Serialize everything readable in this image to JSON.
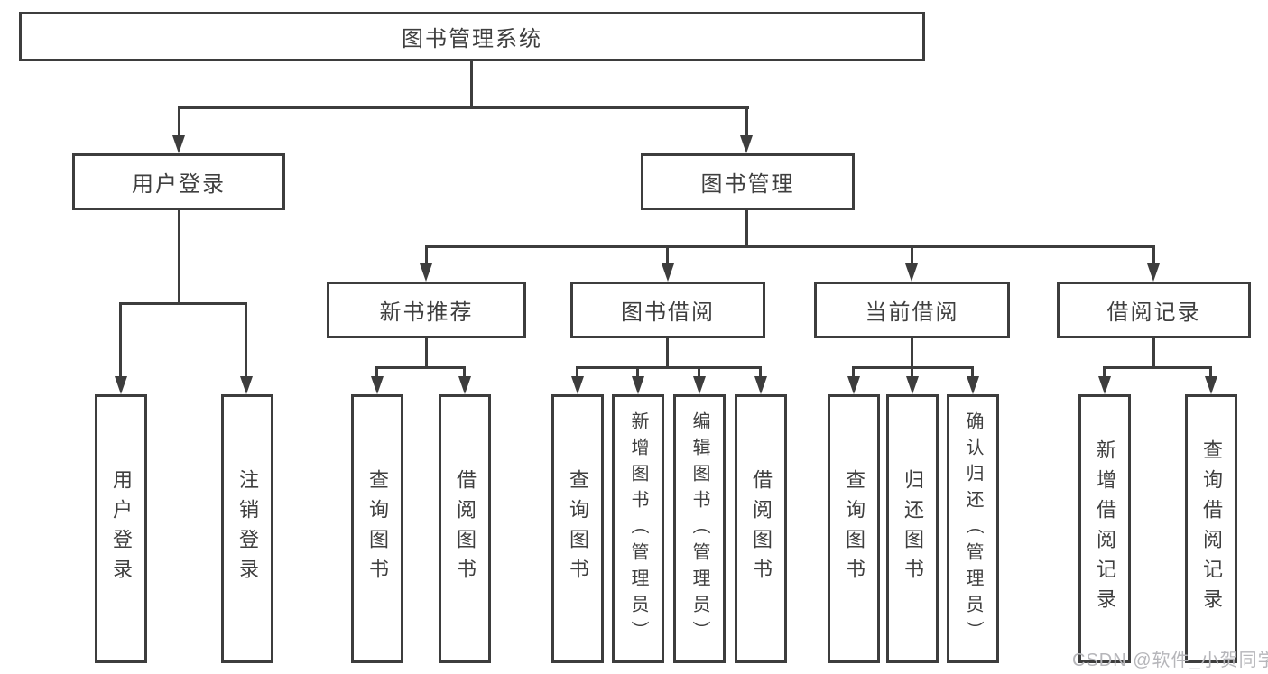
{
  "tree": {
    "label": "图书管理系统",
    "children": [
      {
        "label": "用户登录",
        "children": [
          {
            "label": "用户登录"
          },
          {
            "label": "注销登录"
          }
        ]
      },
      {
        "label": "图书管理",
        "children": [
          {
            "label": "新书推荐",
            "children": [
              {
                "label": "查询图书"
              },
              {
                "label": "借阅图书"
              }
            ]
          },
          {
            "label": "图书借阅",
            "children": [
              {
                "label": "查询图书"
              },
              {
                "label": "新增图书（管理员）"
              },
              {
                "label": "编辑图书（管理员）"
              },
              {
                "label": "借阅图书"
              }
            ]
          },
          {
            "label": "当前借阅",
            "children": [
              {
                "label": "查询图书"
              },
              {
                "label": "归还图书"
              },
              {
                "label": "确认归还（管理员）"
              }
            ]
          },
          {
            "label": "借阅记录",
            "children": [
              {
                "label": "新增借阅记录"
              },
              {
                "label": "查询借阅记录"
              }
            ]
          }
        ]
      }
    ]
  },
  "watermark": "CSDN @软件_小贺同学",
  "colors": {
    "line": "#3d3d3d",
    "text": "#3f3f3f",
    "watermark": "#b6b6ba",
    "background": "#ffffff"
  }
}
